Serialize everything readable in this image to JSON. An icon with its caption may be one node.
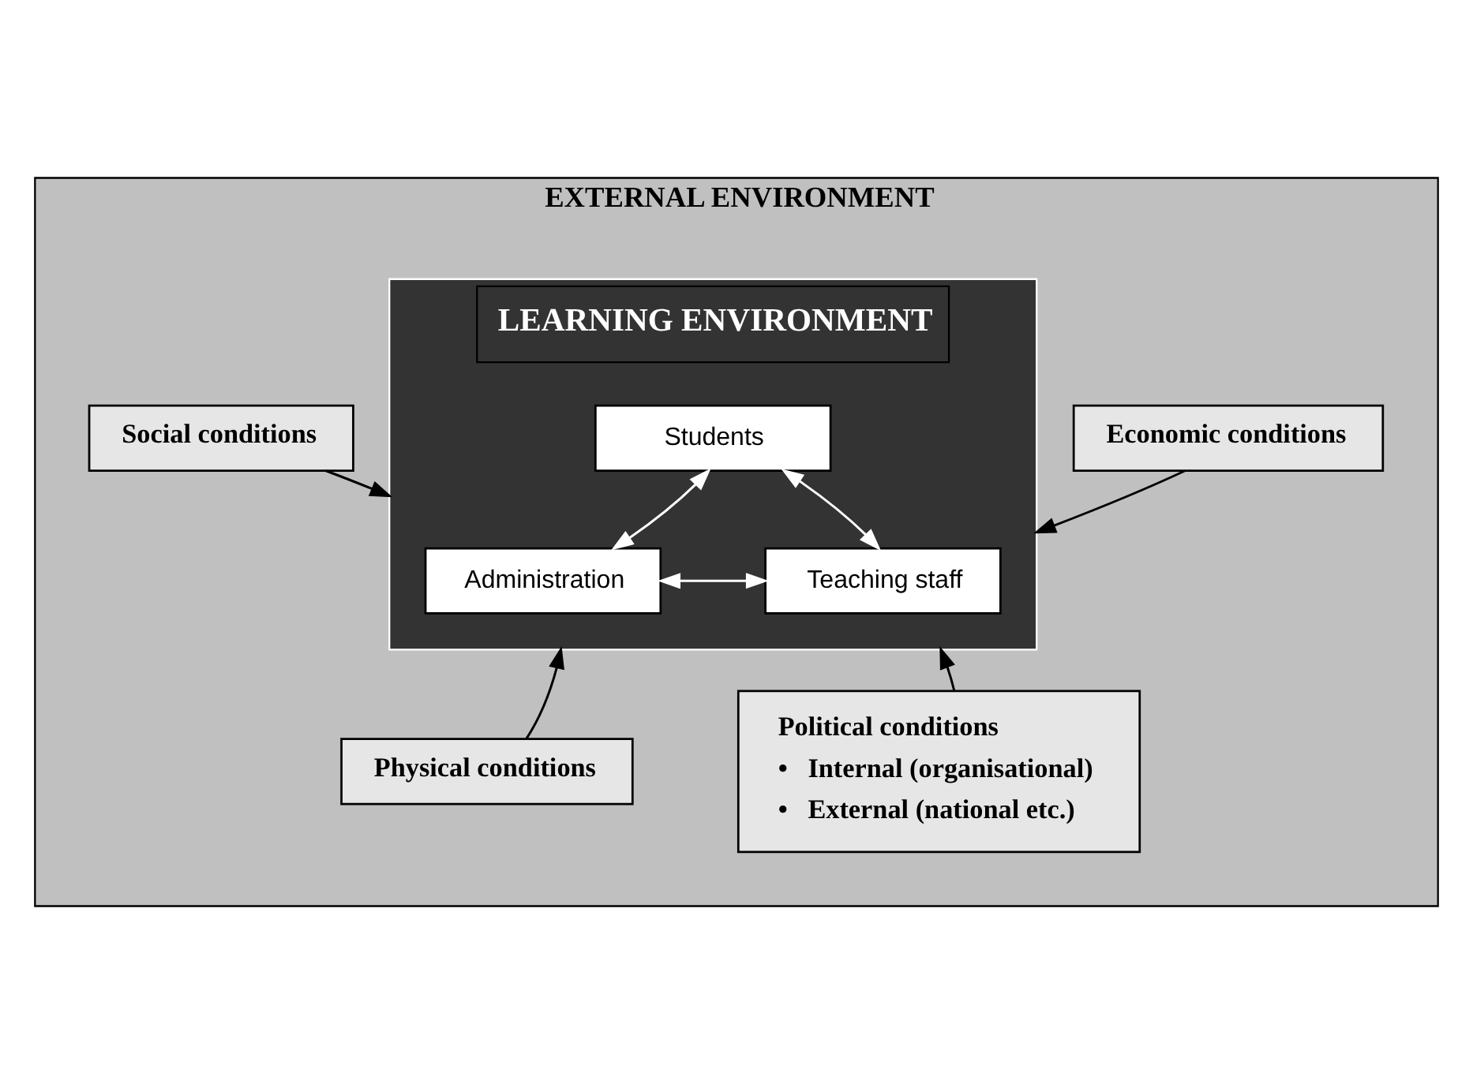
{
  "diagram": {
    "nodes": [
      {
        "text": [
          "EXTERNAL ENVIRONMENT"
        ]
      },
      {
        "text": [
          "Economic conditions"
        ],
        "in": 0
      },
      {
        "text": [
          "Social conditions"
        ],
        "in": 0
      },
      {
        "text": [
          "LEARNING ENVIRONMENT"
        ],
        "in": 0
      },
      {
        "text": [
          "Students"
        ],
        "in": 3
      },
      {
        "text": [
          "Teaching staff"
        ],
        "in": 3
      },
      {
        "text": [
          "Administration"
        ],
        "in": 3
      },
      {
        "text": [
          "Political conditions",
          "•\tInternal (organisational)",
          "•\tExternal (national etc.)"
        ],
        "in": 0
      },
      {
        "text": [
          "Physical conditions"
        ],
        "in": 0
      }
    ],
    "edges": [
      {
        "from": 1,
        "to": 3,
        "arrow": "to"
      },
      {
        "from": 2,
        "to": 3,
        "arrow": "to"
      },
      {
        "from": 5,
        "to": 4,
        "arrow": "both",
        "color": "#ffffff"
      },
      {
        "from": 4,
        "to": 6,
        "arrow": "both",
        "color": "#ffffff"
      },
      {
        "from": 5,
        "to": 6,
        "arrow": "both",
        "color": "#ffffff"
      },
      {
        "from": 7,
        "to": 3,
        "arrow": "to"
      },
      {
        "from": 8,
        "to": 3,
        "arrow": "to"
      }
    ]
  }
}
